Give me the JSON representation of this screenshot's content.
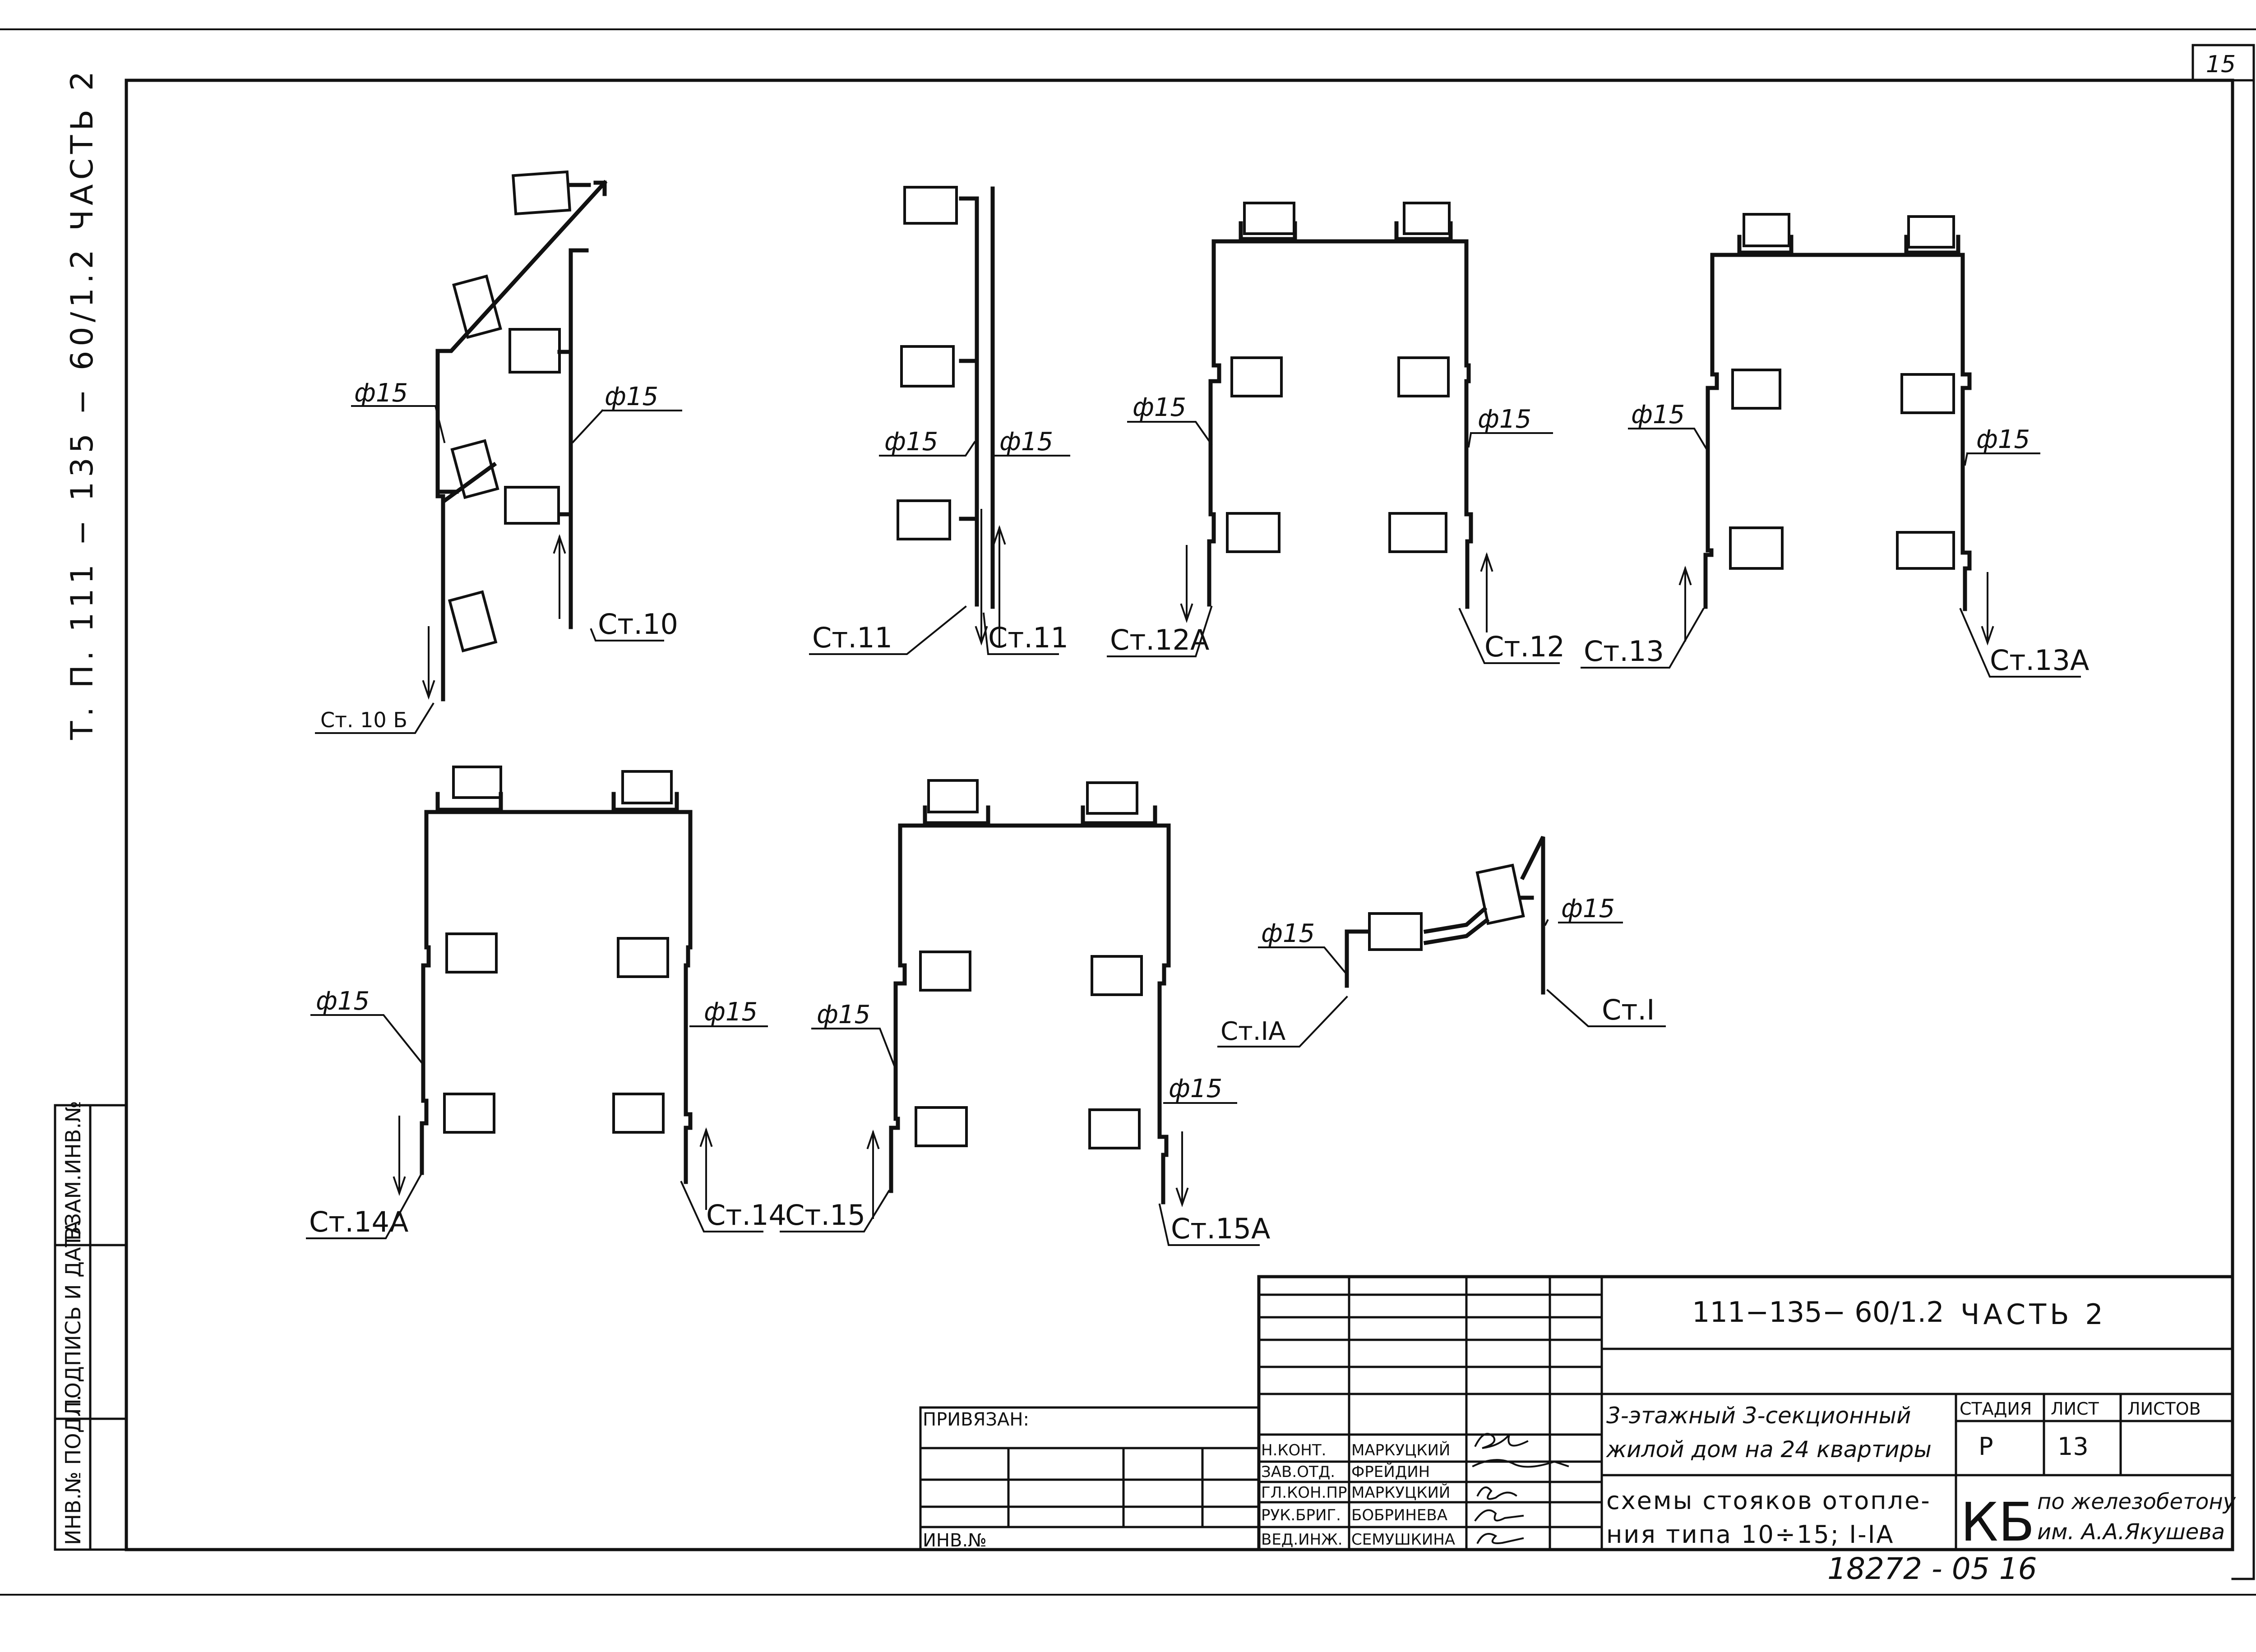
{
  "sheet": {
    "page_number": "15",
    "side_code": "Т. П.   111 − 135 − 60/1.2   ЧАСТЬ 2",
    "bottom_note": "18272 - 05  16"
  },
  "side_stamp": {
    "inv_podl": "ИНВ.№ ПОДЛ.",
    "podpis_data": "ПОДПИСЬ И ДАТА",
    "vzam_inv": "ВЗАМ.ИНВ.№"
  },
  "risers": {
    "st10b": "Ст. 10 Б",
    "st10": "Ст.10",
    "st11_left": "Ст.11",
    "st11_right": "Ст.11",
    "st12a": "Ст.12А",
    "st12": "Ст.12",
    "st13": "Ст.13",
    "st13a": "Ст.13А",
    "st14a": "Ст.14А",
    "st14": "Ст.14",
    "st15": "Ст.15",
    "st15a": "Ст.15А",
    "st1a": "Ст.IА",
    "st1": "Ст.I"
  },
  "diameter_label": "ф15",
  "title_block": {
    "doc_code": "111−135− 60/1.2",
    "part": "ЧАСТЬ 2",
    "privyazan": "ПРИВЯЗАН:",
    "inv_no": "ИНВ.№",
    "roles": [
      "Н.КОНТ.",
      "ЗАВ.ОТД.",
      "ГЛ.КОН.ПР.",
      "РУК.БРИГ.",
      "ВЕД.ИНЖ."
    ],
    "names": [
      "МАРКУЦКИЙ",
      "ФРЕЙДИН",
      "МАРКУЦКИЙ",
      "БОБРИНЕВА",
      "СЕМУШКИНА"
    ],
    "building_line1": "3-этажный 3-секционный",
    "building_line2": "жилой дом на 24 квартиры",
    "sheet_title_line1": "схемы стояков отопле-",
    "sheet_title_line2": "ния типа 10÷15; I-IА",
    "stage_label": "СТАДИЯ",
    "sheet_label": "ЛИСТ",
    "sheets_label": "ЛИСТОВ",
    "stage": "Р",
    "sheet_no": "13",
    "org_abbr": "КБ",
    "org_line1": "по железобетону",
    "org_line2": "им. А.А.Якушева"
  }
}
